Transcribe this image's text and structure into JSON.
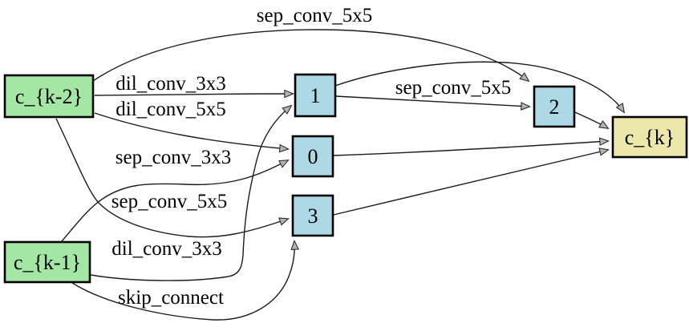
{
  "diagram": {
    "title": "neural-architecture-cell",
    "type": "directed-acyclic-graph",
    "background": "#ffffff",
    "colors": {
      "input_fill": "#a4e6a4",
      "intermediate_fill": "#add8e6",
      "output_fill": "#ece7ab",
      "edge_stroke": "#1b1b1b",
      "arrowhead_fill": "#b3b3b3",
      "node_border": "#000000"
    },
    "nodes": [
      {
        "id": "c_k-2",
        "label": "c_{k-2}",
        "role": "input"
      },
      {
        "id": "c_k-1",
        "label": "c_{k-1}",
        "role": "input"
      },
      {
        "id": "1",
        "label": "1",
        "role": "intermediate"
      },
      {
        "id": "0",
        "label": "0",
        "role": "intermediate"
      },
      {
        "id": "3",
        "label": "3",
        "role": "intermediate"
      },
      {
        "id": "2",
        "label": "2",
        "role": "intermediate"
      },
      {
        "id": "c_k",
        "label": "c_{k}",
        "role": "output"
      }
    ],
    "edges": [
      {
        "from": "c_k-2",
        "to": "2",
        "label": "sep_conv_5x5"
      },
      {
        "from": "c_k-2",
        "to": "1",
        "label": "dil_conv_3x3"
      },
      {
        "from": "c_k-2",
        "to": "0",
        "label": "dil_conv_5x5"
      },
      {
        "from": "c_k-2",
        "to": "3",
        "label": "sep_conv_5x5"
      },
      {
        "from": "c_k-1",
        "to": "0",
        "label": "sep_conv_3x3"
      },
      {
        "from": "c_k-1",
        "to": "1",
        "label": "dil_conv_3x3"
      },
      {
        "from": "c_k-1",
        "to": "3",
        "label": "skip_connect"
      },
      {
        "from": "1",
        "to": "2",
        "label": "sep_conv_5x5"
      },
      {
        "from": "0",
        "to": "c_k",
        "label": ""
      },
      {
        "from": "1",
        "to": "c_k",
        "label": ""
      },
      {
        "from": "2",
        "to": "c_k",
        "label": ""
      },
      {
        "from": "3",
        "to": "c_k",
        "label": ""
      }
    ]
  }
}
